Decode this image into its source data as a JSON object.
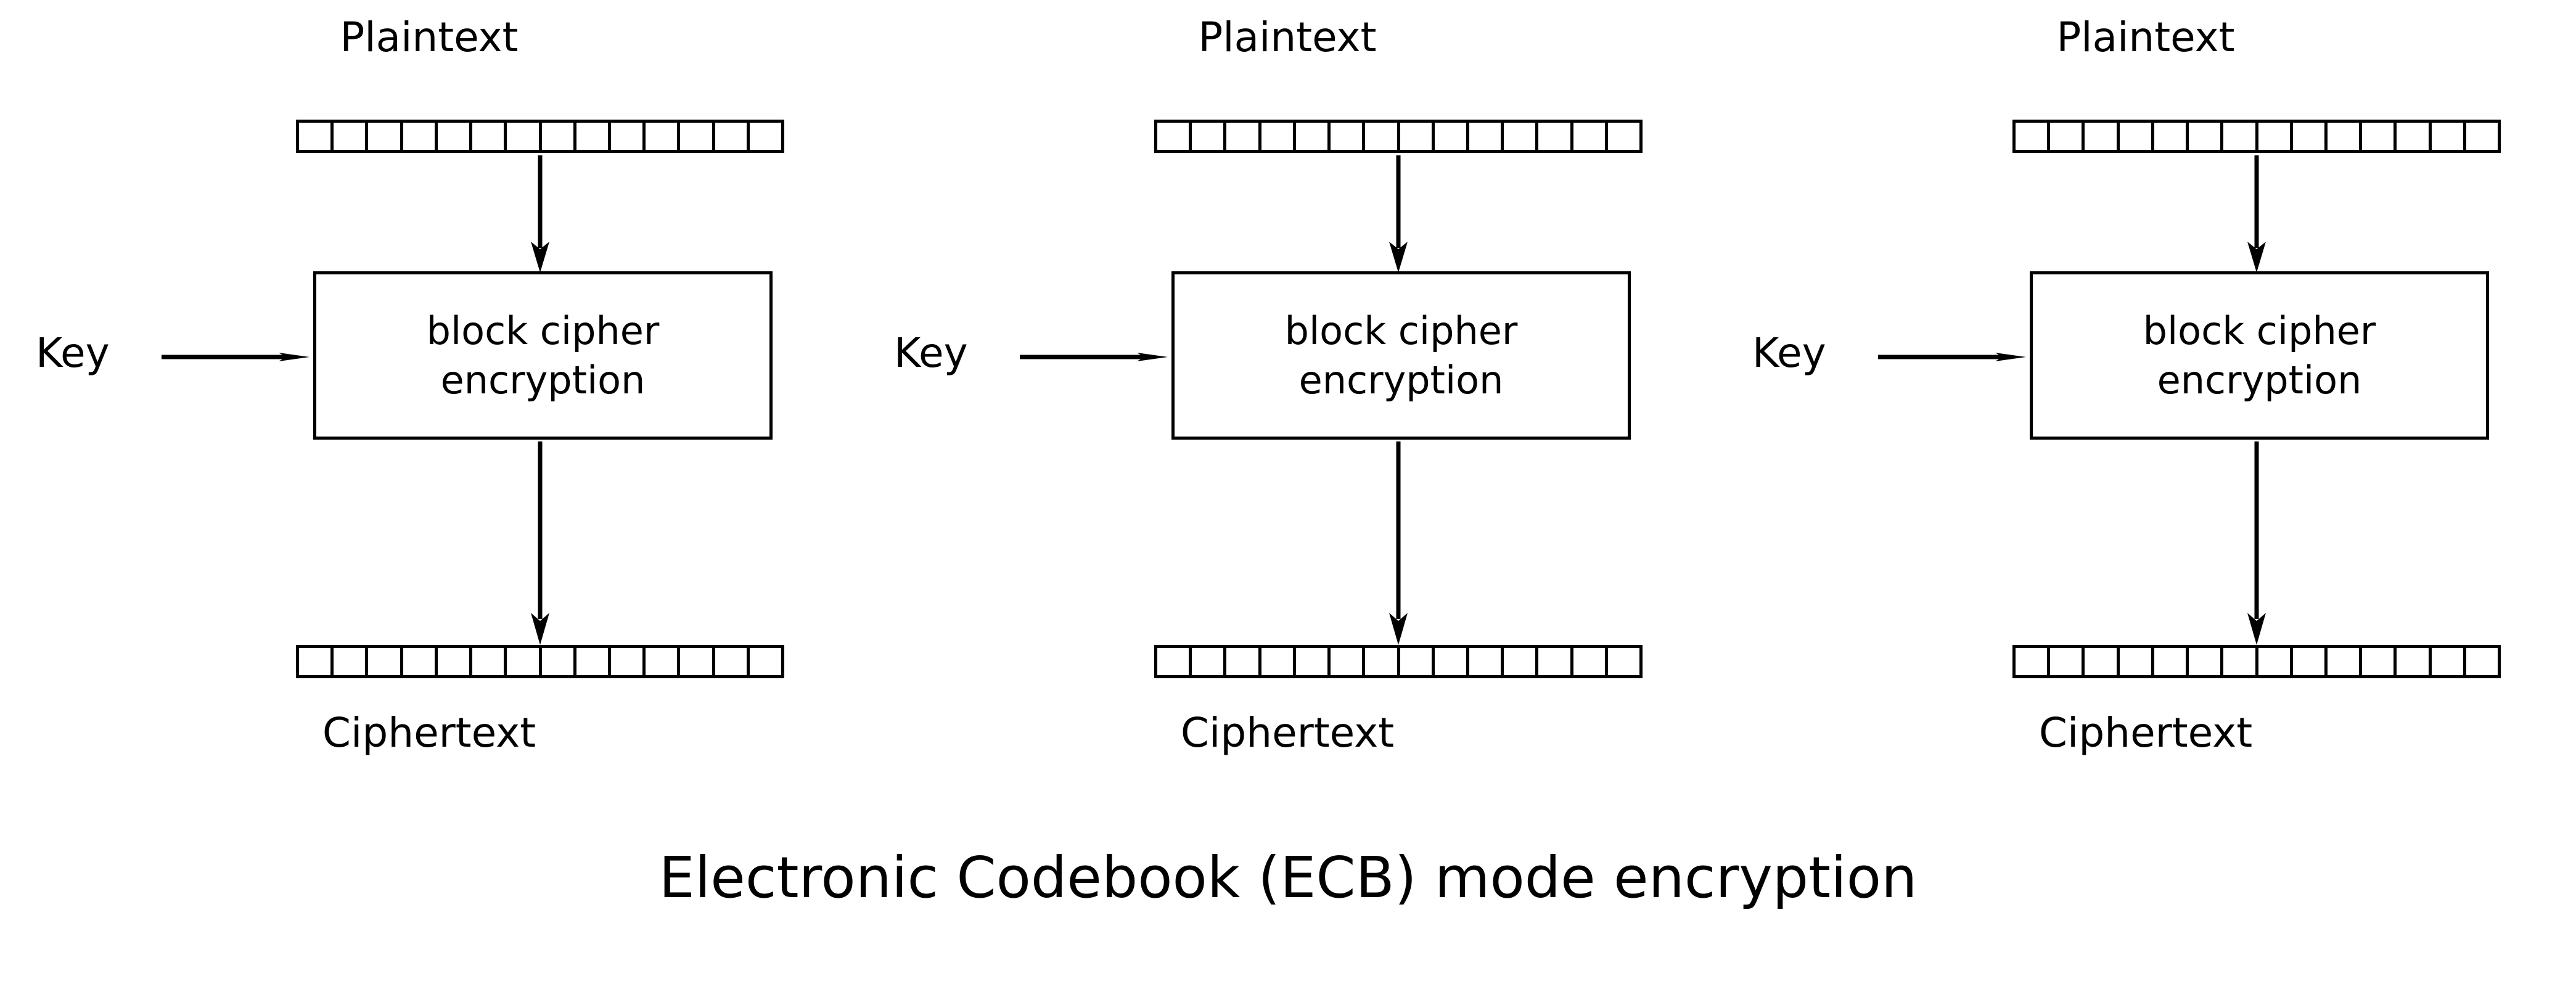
{
  "caption": "Electronic Codebook (ECB) mode encryption",
  "colors": {
    "stroke": "#000000",
    "background": "#ffffff",
    "text": "#000000"
  },
  "diagram": {
    "cells_per_bar": 14,
    "panel_count": 3
  },
  "panels": [
    {
      "plaintext_label": "Plaintext",
      "key_label": "Key",
      "cipher_line1": "block cipher",
      "cipher_line2": "encryption",
      "ciphertext_label": "Ciphertext"
    },
    {
      "plaintext_label": "Plaintext",
      "key_label": "Key",
      "cipher_line1": "block cipher",
      "cipher_line2": "encryption",
      "ciphertext_label": "Ciphertext"
    },
    {
      "plaintext_label": "Plaintext",
      "key_label": "Key",
      "cipher_line1": "block cipher",
      "cipher_line2": "encryption",
      "ciphertext_label": "Ciphertext"
    }
  ]
}
